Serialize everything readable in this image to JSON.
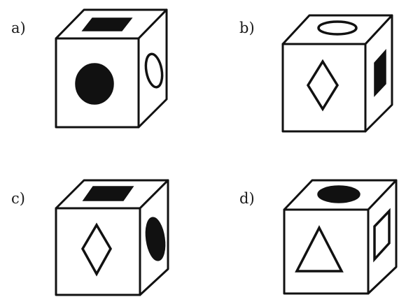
{
  "options": [
    {
      "label": "a)",
      "faces": {
        "top": {
          "shape": "square",
          "style": "filled"
        },
        "front": {
          "shape": "circle",
          "style": "filled"
        },
        "right": {
          "shape": "circle",
          "style": "outline"
        }
      }
    },
    {
      "label": "b)",
      "faces": {
        "top": {
          "shape": "circle",
          "style": "outline"
        },
        "front": {
          "shape": "diamond",
          "style": "outline"
        },
        "right": {
          "shape": "square",
          "style": "filled"
        }
      }
    },
    {
      "label": "c)",
      "faces": {
        "top": {
          "shape": "square",
          "style": "filled"
        },
        "front": {
          "shape": "diamond",
          "style": "outline"
        },
        "right": {
          "shape": "circle",
          "style": "filled"
        }
      }
    },
    {
      "label": "d)",
      "faces": {
        "top": {
          "shape": "circle",
          "style": "filled"
        },
        "front": {
          "shape": "triangle",
          "style": "outline"
        },
        "right": {
          "shape": "square",
          "style": "outline"
        }
      }
    }
  ],
  "colors": {
    "ink": "#111111",
    "paper": "#ffffff"
  }
}
